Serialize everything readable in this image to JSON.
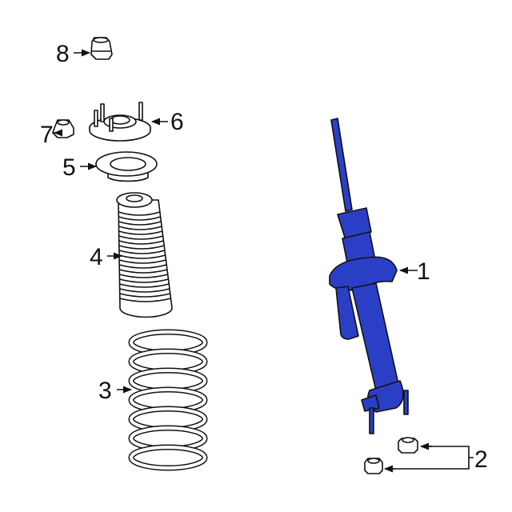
{
  "diagram": {
    "highlight_color": "#2b3fc6",
    "parts": [
      {
        "callout": "1",
        "part": "strut"
      },
      {
        "callout": "2",
        "part": "nut"
      },
      {
        "callout": "3",
        "part": "coil-spring"
      },
      {
        "callout": "4",
        "part": "dust-boot"
      },
      {
        "callout": "5",
        "part": "spring-seat"
      },
      {
        "callout": "6",
        "part": "strut-mount"
      },
      {
        "callout": "7",
        "part": "nut"
      },
      {
        "callout": "8",
        "part": "nut"
      }
    ]
  }
}
